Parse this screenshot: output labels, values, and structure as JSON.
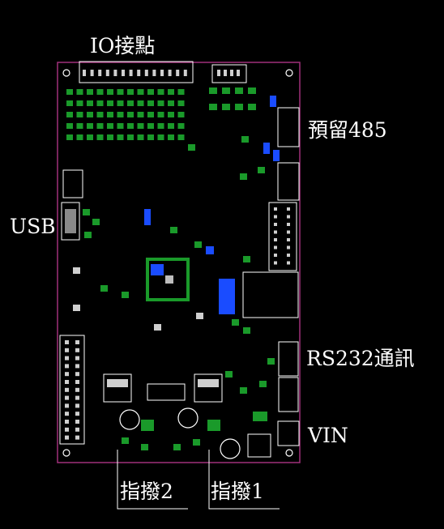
{
  "labels": {
    "io": "IO接點",
    "reserved485": "預留485",
    "usb": "USB",
    "rs232": "RS232通訊",
    "vin": "VIN",
    "dial2": "指撥2",
    "dial1": "指撥1"
  },
  "colors": {
    "background": "#000000",
    "board_outline": "#a0307a",
    "component_green": "#1a9a2a",
    "component_blue": "#1a4cff",
    "silkscreen": "#ffffff",
    "pad_gray": "#8a8a8a"
  }
}
